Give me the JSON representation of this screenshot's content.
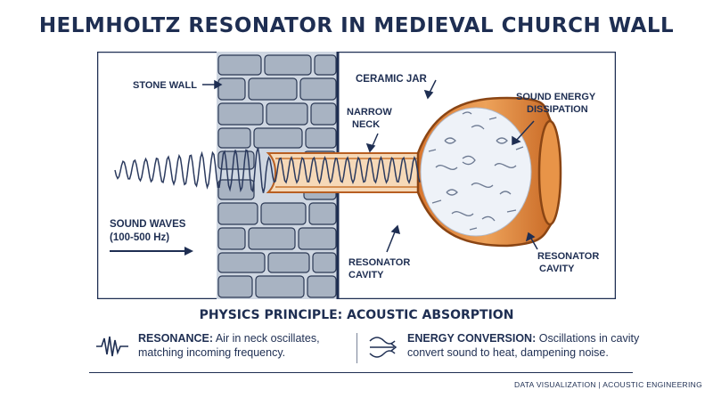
{
  "title": "HELMHOLTZ RESONATOR IN MEDIEVAL CHURCH WALL",
  "labels": {
    "stone_wall": "STONE WALL",
    "ceramic_jar": "CERAMIC JAR",
    "narrow_neck_1": "NARROW",
    "narrow_neck_2": "NECK",
    "energy_1": "SOUND ENERGY",
    "energy_2": "DISSIPATION",
    "waves_1": "SOUND WAVES",
    "waves_2": "(100-500 Hz)",
    "cavity_left_1": "RESONATOR",
    "cavity_left_2": "CAVITY",
    "cavity_right_1": "RESONATOR",
    "cavity_right_2": "CAVITY"
  },
  "principle": "PHYSICS PRINCIPLE: ACOUSTIC ABSORPTION",
  "cards": [
    {
      "label": "RESONANCE:",
      "text": " Air in neck oscillates,",
      "text2": "matching incoming frequency.",
      "icon": "wave-spring-icon"
    },
    {
      "label": "ENERGY CONVERSION:",
      "text": " Oscillations in cavity",
      "text2": "convert sound to heat, dampening noise.",
      "icon": "wind-arrows-icon"
    }
  ],
  "footer": "DATA VISUALIZATION | ACOUSTIC ENGINEERING",
  "colors": {
    "navy": "#1e2e52",
    "jar_orange": "#e08a3c",
    "stone": "#9ea9b8"
  }
}
